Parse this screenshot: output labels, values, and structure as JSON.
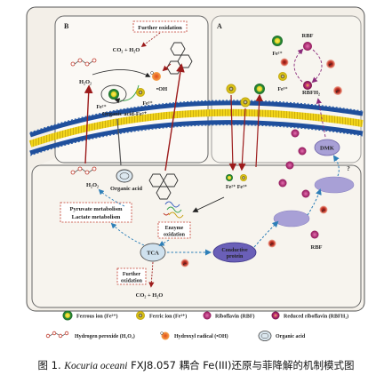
{
  "panels": {
    "a": "A",
    "b": "B"
  },
  "labels": {
    "further_oxidation_top": "Further oxidation",
    "co2_h2o_top": "CO₂ + H₂O",
    "h2o2_b": "H₂O₂",
    "oh_b": "•OH",
    "fe2_b": "Fe²⁺",
    "fe3_b": "Fe³⁺",
    "organic_acid_fe": "Organic acid-Fe³⁺",
    "rbf_top": "RBF",
    "fe2_a": "Fe²⁺",
    "fe3_a": "Fe³⁺",
    "rbfh2": "RBFH₂",
    "e_minus": "e⁻",
    "dmk": "DMK",
    "question": "?",
    "h2o2_cell": "H₂O₂",
    "organic_acid_cell": "Organic acid",
    "fe2_fe3_mem": "Fe²⁺ Fe³⁺",
    "pyruvate": "Pyruvate metabolism",
    "lactate": "Lactate metabolism",
    "enzyme": "Enzyme",
    "enzyme2": "oxidation",
    "tca": "TCA",
    "conductive": "Conductive",
    "conductive2": "protein",
    "further_oxidation_bottom1": "Further",
    "further_oxidation_bottom2": "oxidation",
    "co2_h2o_bottom": "CO₂ + H₂O",
    "rbf_bottom": "RBF"
  },
  "legend": {
    "ferrous": "Ferrous ion (Fe²⁺)",
    "ferric": "Ferric ion (Fe³⁺)",
    "riboflavin": "Riboflavin (RBF)",
    "reduced_riboflavin": "Reduced riboflavin (RBFH₂)",
    "h2o2": "Hydrogen peroxide (H₂O₂)",
    "hydroxyl": "Hydroxyl radical (•OH)",
    "organic_acid": "Organic acid"
  },
  "caption": {
    "prefix": "图 1. ",
    "species": "Kocuria oceani",
    "suffix": " FXJ8.057 耦合 Fe(III)还原与菲降解的机制模式图"
  },
  "colors": {
    "ferrous_green": "#2e9e3e",
    "ferric_yellow": "#e6d21c",
    "riboflavin_magenta": "#b0206e",
    "membrane_blue": "#1f4f9c",
    "membrane_yellow": "#f1d41a",
    "arrow_red": "#9c1b1b",
    "protein_lavender": "#a8a0d6",
    "panel_bg": "#f3efe8"
  }
}
